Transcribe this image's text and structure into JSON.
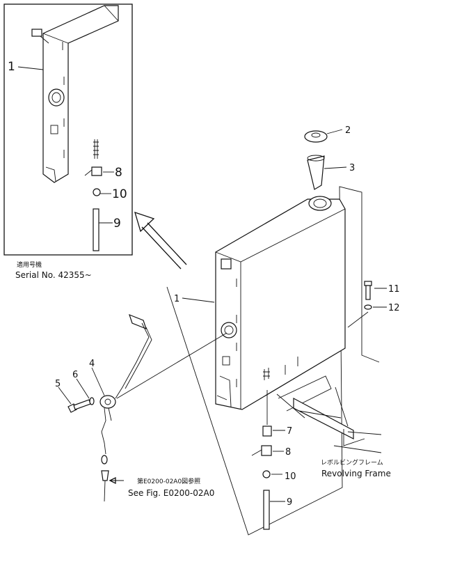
{
  "inset": {
    "serial_jp": "適用号機",
    "serial_en": "Serial No. 42355~",
    "callouts": {
      "tank": "1",
      "elbow": "8",
      "plug": "10",
      "drain_pipe": "9"
    }
  },
  "main": {
    "callouts": {
      "tank": "1",
      "cap": "2",
      "strainer": "3",
      "gauge": "4",
      "bolt": "5",
      "washer": "6",
      "adapter": "7",
      "elbow": "8",
      "drain_pipe": "9",
      "plug": "10",
      "mount_bolt": "11",
      "mount_washer": "12"
    },
    "frame_jp": "レボルビングフレーム",
    "frame_en": "Revolving Frame",
    "see_fig_jp": "第E0200-02A0図参照",
    "see_fig_en": "See Fig. E0200-02A0"
  }
}
